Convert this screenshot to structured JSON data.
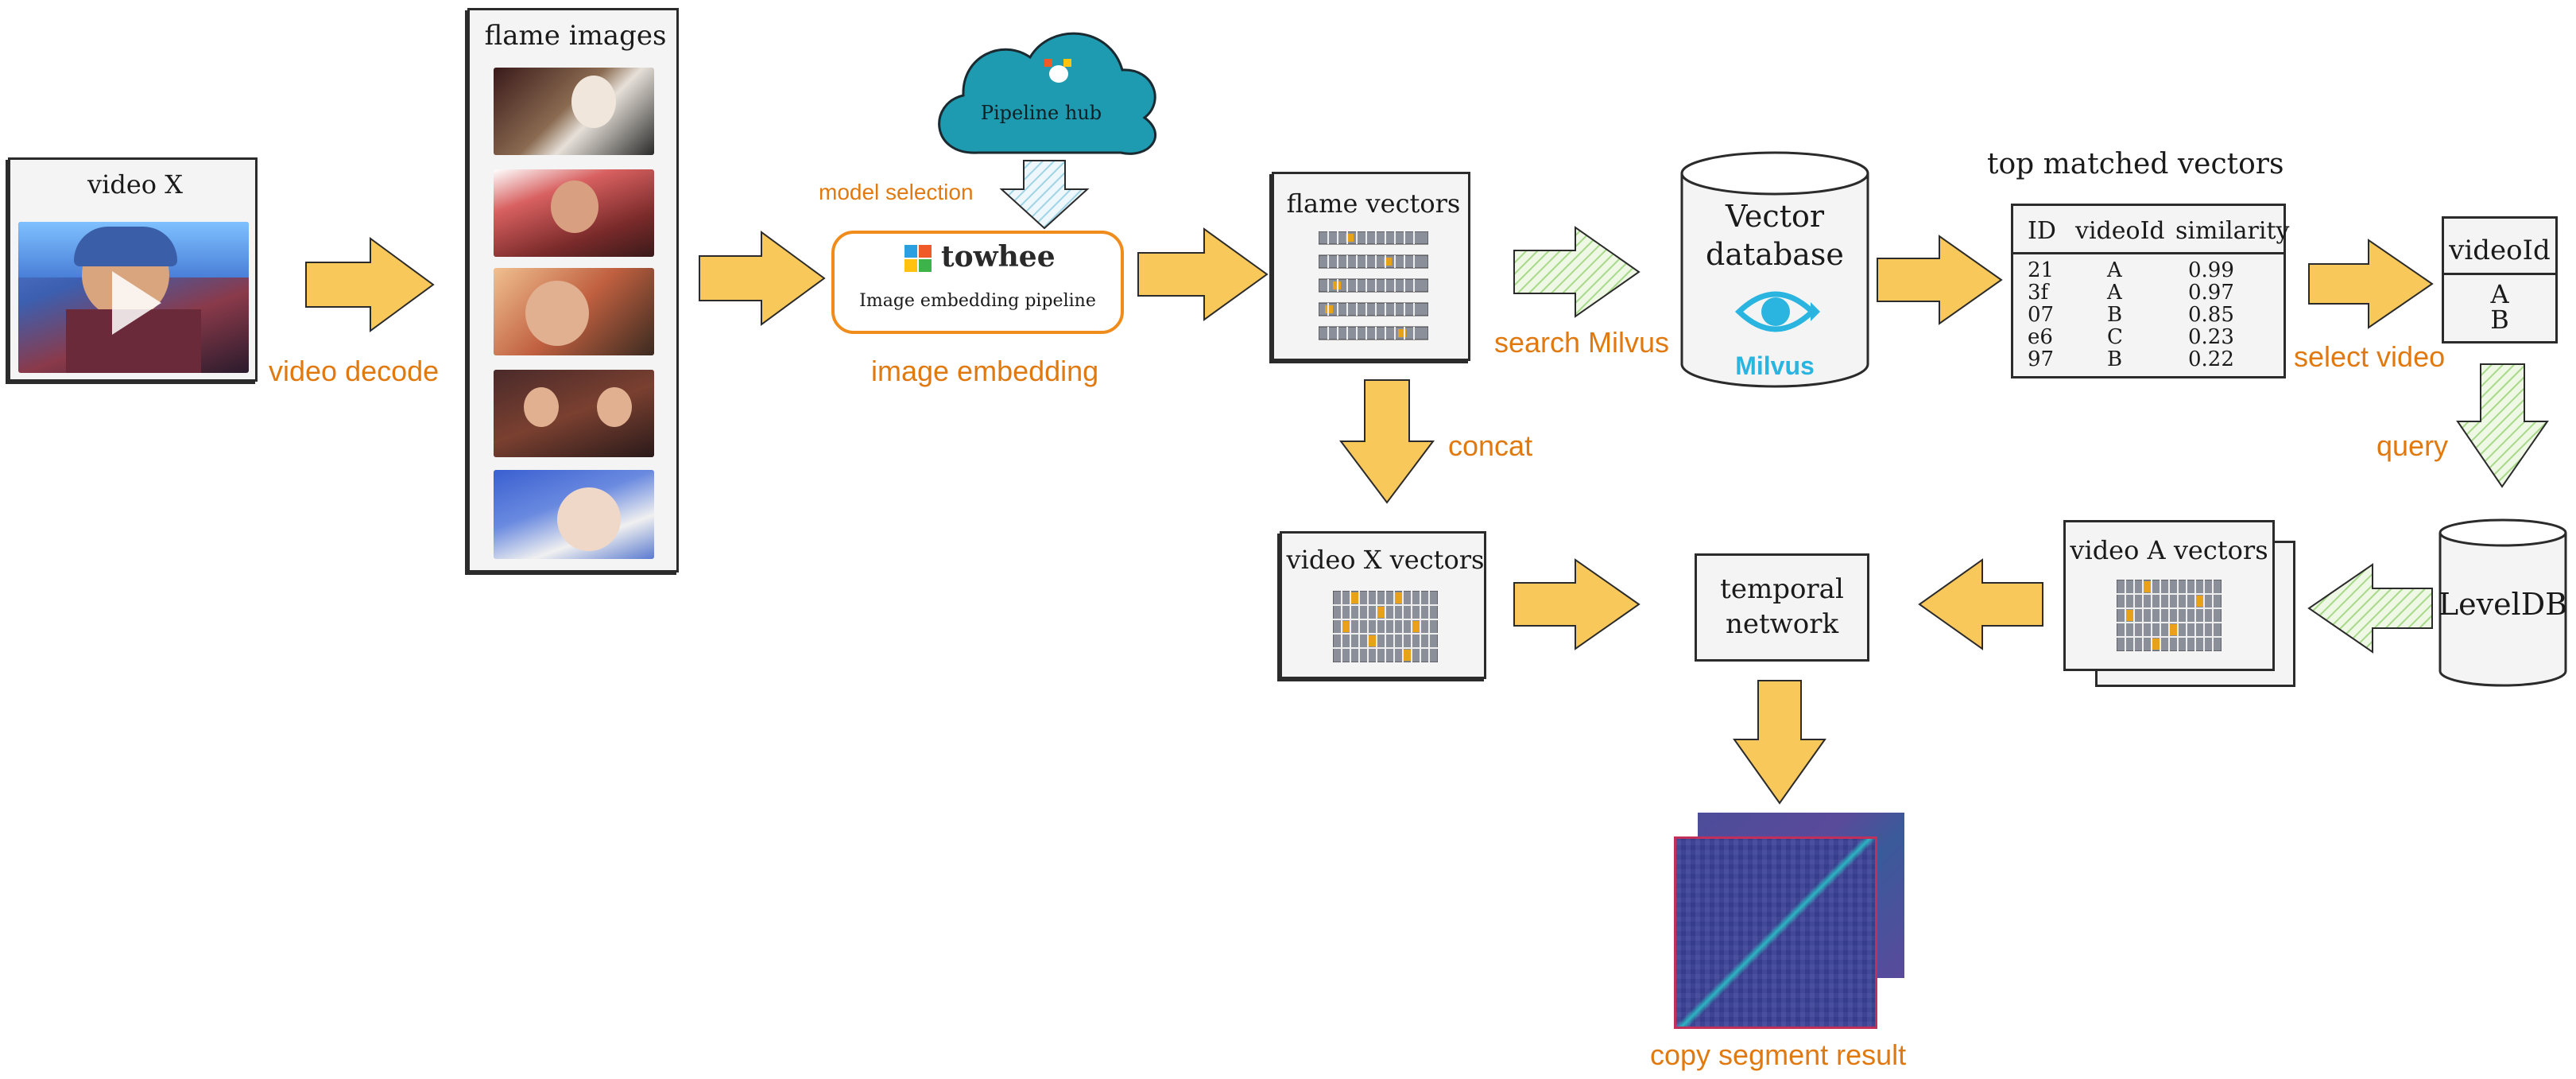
{
  "video_x": {
    "title": "video X"
  },
  "flame_images": {
    "title": "flame images"
  },
  "pipeline_hub": {
    "label": "Pipeline hub"
  },
  "towhee": {
    "name": "towhee",
    "subtitle": "Image embedding pipeline"
  },
  "flame_vectors": {
    "title": "flame vectors"
  },
  "vector_db": {
    "title_line1": "Vector",
    "title_line2": "database",
    "brand": "Milvus"
  },
  "top_matched": {
    "title": "top matched vectors",
    "headers": [
      "ID",
      "videoId",
      "similarity"
    ],
    "rows": [
      [
        "21",
        "A",
        "0.99"
      ],
      [
        "3f",
        "A",
        "0.97"
      ],
      [
        "07",
        "B",
        "0.85"
      ],
      [
        "e6",
        "C",
        "0.23"
      ],
      [
        "97",
        "B",
        "0.22"
      ]
    ]
  },
  "videoid_box": {
    "title": "videoId",
    "values": [
      "A",
      "B"
    ]
  },
  "leveldb": {
    "label": "LevelDB"
  },
  "video_x_vectors": {
    "title": "video X vectors"
  },
  "temporal": {
    "line1": "temporal",
    "line2": "network"
  },
  "video_a_vectors": {
    "title": "video A vectors"
  },
  "labels": {
    "video_decode": "video decode",
    "model_selection": "model selection",
    "image_embedding": "image embedding",
    "search_milvus": "search Milvus",
    "select_video": "select video",
    "concat": "concat",
    "query": "query",
    "copy_segment_result": "copy segment result"
  },
  "colors": {
    "arrow_yellow": "#f9c85a",
    "arrow_green": "#d9f0c4",
    "arrow_blue": "#d4eef6",
    "label_orange": "#e07a10",
    "cloud_teal": "#1e9bb0",
    "milvus_blue": "#2ab4e0",
    "vector_gold": "#e8a21a",
    "vector_gray": "#8a8f99"
  }
}
